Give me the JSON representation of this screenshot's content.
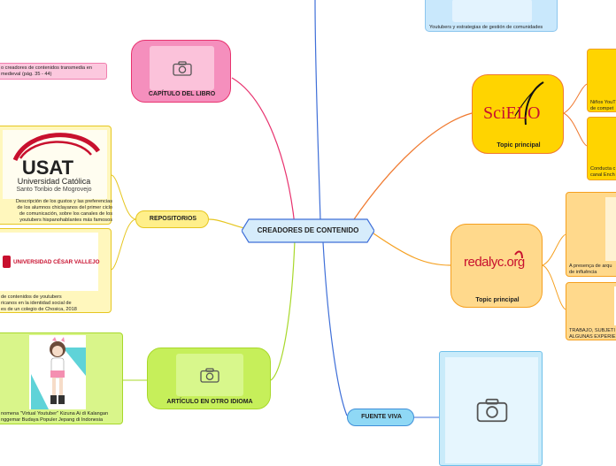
{
  "central": {
    "label": "CREADORES DE CONTENIDO"
  },
  "branches": {
    "capitulo": {
      "label": "CAPÍTULO DEL LIBRO",
      "leaf_text": "o creadores de contenidos transmedia en\nmedieval (pág. 35 - 44)"
    },
    "repositorios": {
      "label": "REPOSITORIOS",
      "usat": {
        "logo_main": "USAT",
        "logo_sub1": "Universidad Católica",
        "logo_sub2": "Santo Toribio de Mogrovejo",
        "text": "Descripción de los gustos y las preferencias\nde los alumnos chiclayanos del primer ciclo\nde comunicación, sobre los canales de los\nyoutubers hispanohablantes más famosos"
      },
      "ucv": {
        "logo_text": "UNIVERSIDAD CÉSAR VALLEJO",
        "text": "de contenidos de youtubers\nricanos en la identidad social de\nes de un colegio de Chosica, 2018"
      }
    },
    "articulo": {
      "label": "ARTÍCULO EN OTRO IDIOMA",
      "leaf_text": "nomena \"Virtual Youtuber\" Kizuna Ai di Kalangan\nnggemar Budaya Populer Jepang di Indonesia"
    },
    "fuente": {
      "label": "FUENTE VIVA"
    },
    "top_leaf": {
      "text": "Youtubers y estrategias de gestión de comunidades"
    },
    "scielo": {
      "label": "Topic principal",
      "logo_text": "SciELO",
      "leaf1": "Niños YouT\nde compet",
      "leaf2": "Conducta c\ncanal Ench"
    },
    "redalyc": {
      "label": "Topic principal",
      "logo_text": "redalyc.org",
      "leaf1": "A presença de arqu\nde influência",
      "leaf2": "TRABAJO, SUBJETI\nALGUNAS EXPERIE"
    }
  },
  "colors": {
    "pink": "#f06292",
    "yellow": "#ffe566",
    "green": "#c6ef5a",
    "blue": "#8fd8f5",
    "orange": "#ffa726",
    "peach": "#ffd98c"
  },
  "icons": [
    "camera-icon"
  ]
}
